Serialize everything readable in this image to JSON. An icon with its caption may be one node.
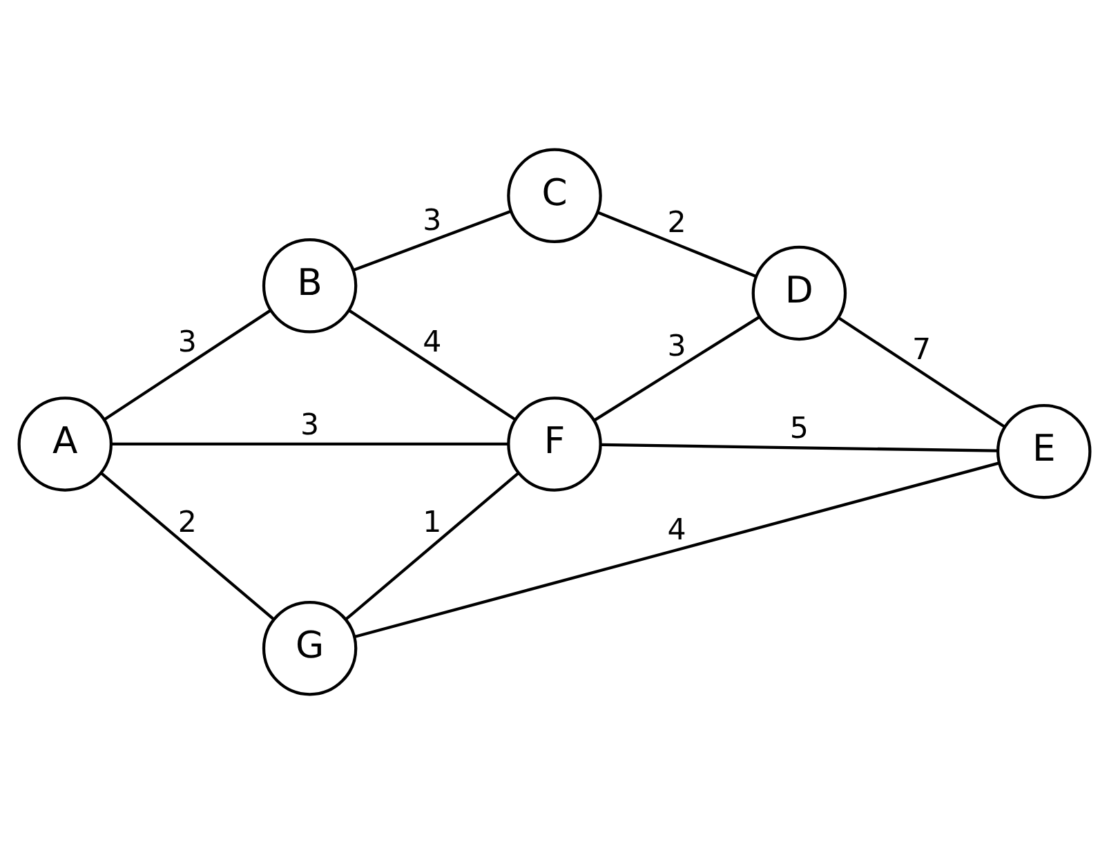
{
  "diagram": {
    "nodes": [
      {
        "text": [
          "A"
        ]
      },
      {
        "text": [
          "B"
        ]
      },
      {
        "text": [
          "C"
        ]
      },
      {
        "text": [
          "D"
        ]
      },
      {
        "text": [
          "E"
        ]
      },
      {
        "text": [
          "F"
        ]
      },
      {
        "text": [
          "G"
        ]
      }
    ],
    "edges": [
      {
        "from": 0,
        "to": 1,
        "arrow": "none",
        "label": "3"
      },
      {
        "from": 1,
        "to": 2,
        "arrow": "none",
        "label": "3"
      },
      {
        "from": 2,
        "to": 3,
        "arrow": "none",
        "label": "2"
      },
      {
        "from": 1,
        "to": 5,
        "arrow": "none",
        "label": "4"
      },
      {
        "from": 0,
        "to": 5,
        "arrow": "none",
        "label": "3"
      },
      {
        "from": 5,
        "to": 3,
        "arrow": "none",
        "label": "3"
      },
      {
        "from": 3,
        "to": 4,
        "arrow": "none",
        "label": "7"
      },
      {
        "from": 5,
        "to": 4,
        "arrow": "none",
        "label": "5"
      },
      {
        "from": 0,
        "to": 6,
        "arrow": "none",
        "label": "2"
      },
      {
        "from": 6,
        "to": 5,
        "arrow": "none",
        "label": "1"
      },
      {
        "from": 6,
        "to": 4,
        "arrow": "none",
        "label": "4"
      }
    ]
  }
}
